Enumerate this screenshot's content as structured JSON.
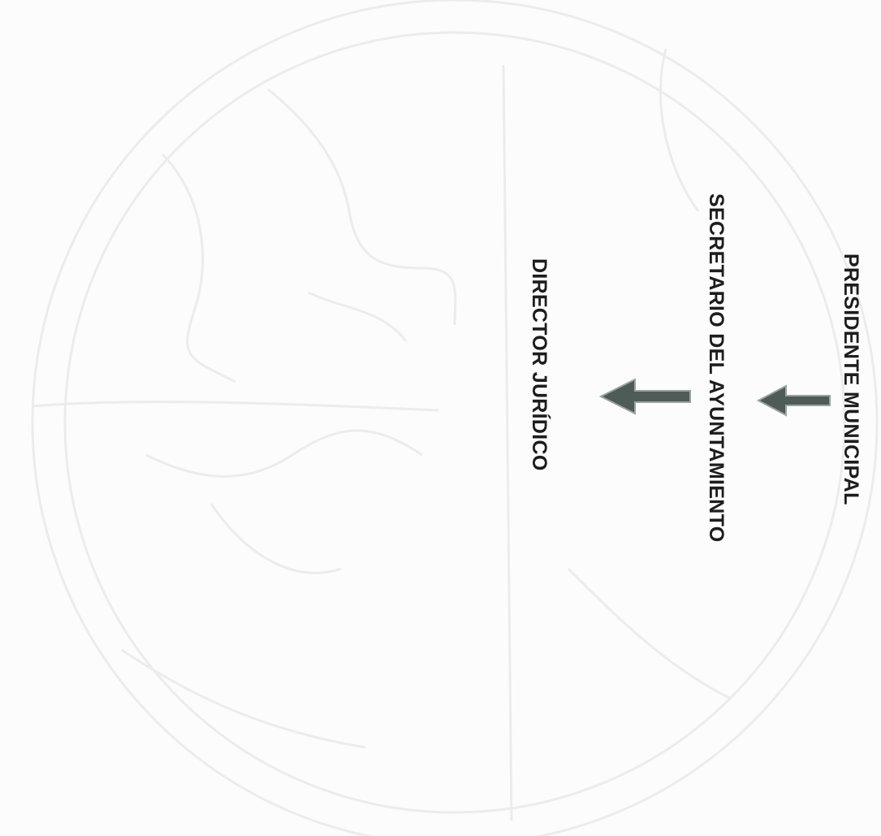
{
  "diagram": {
    "type": "organizational-hierarchy",
    "orientation": "rotated-90-clockwise",
    "nodes": [
      {
        "id": "presidente",
        "label": "PRESIDENTE MUNICIPAL"
      },
      {
        "id": "secretario",
        "label": "SECRETARIO DEL AYUNTAMIENTO"
      },
      {
        "id": "director",
        "label": "DIRECTOR JURÍDICO"
      }
    ],
    "edges": [
      {
        "from": "presidente",
        "to": "secretario"
      },
      {
        "from": "secretario",
        "to": "director"
      }
    ]
  },
  "colors": {
    "background": "#fcfcfc",
    "text": "#1d1d1d",
    "arrow_fill": "#4f5b56",
    "arrow_outline": "#9aa39f",
    "watermark": "#ececec"
  }
}
